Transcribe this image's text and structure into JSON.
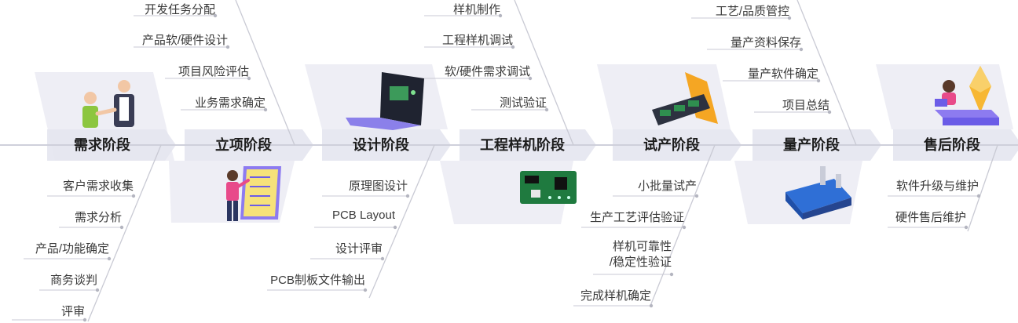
{
  "colors": {
    "spine": "#cfd0db",
    "tile": "#eeeef5",
    "label_band": "#e4e5ef",
    "branch": "#c9cad4",
    "dot": "#b4b5c0",
    "accent_purple": "#6b5ce7",
    "accent_orange": "#f5a623",
    "accent_green": "#2f8f4f",
    "accent_blue": "#3a6fd8"
  },
  "stages": [
    {
      "id": "demand",
      "label": "需求阶段",
      "illustration": "handshake-people-icon",
      "items_below": [
        "客户需求收集",
        "需求分析",
        "产品/功能确定",
        "商务谈判",
        "评审"
      ]
    },
    {
      "id": "initiation",
      "label": "立项阶段",
      "illustration": "presenter-board-icon",
      "items_above": [
        "开发任务分配",
        "产品软/硬件设计",
        "项目风险评估",
        "业务需求确定"
      ]
    },
    {
      "id": "design",
      "label": "设计阶段",
      "illustration": "laptop-circuit-icon",
      "items_below": [
        "原理图设计",
        "PCB Layout",
        "设计评审",
        "PCB制板文件输出"
      ]
    },
    {
      "id": "prototype",
      "label": "工程样机阶段",
      "illustration": "pcb-board-icon",
      "items_above": [
        "样机制作",
        "工程样机调试",
        "软/硬件需求调试",
        "测试验证"
      ]
    },
    {
      "id": "trial",
      "label": "试产阶段",
      "illustration": "conveyor-belt-icon",
      "items_below": [
        "小批量试产",
        "生产工艺评估验证",
        "样机可靠性\n/稳定性验证",
        "完成样机确定"
      ]
    },
    {
      "id": "mass",
      "label": "量产阶段",
      "illustration": "factory-icon",
      "items_above": [
        "工艺/品质管控",
        "量产资料保存",
        "量产软件确定",
        "项目总结"
      ]
    },
    {
      "id": "aftersales",
      "label": "售后阶段",
      "illustration": "support-agent-icon",
      "items_below": [
        "软件升级与维护",
        "硬件售后维护"
      ]
    }
  ]
}
